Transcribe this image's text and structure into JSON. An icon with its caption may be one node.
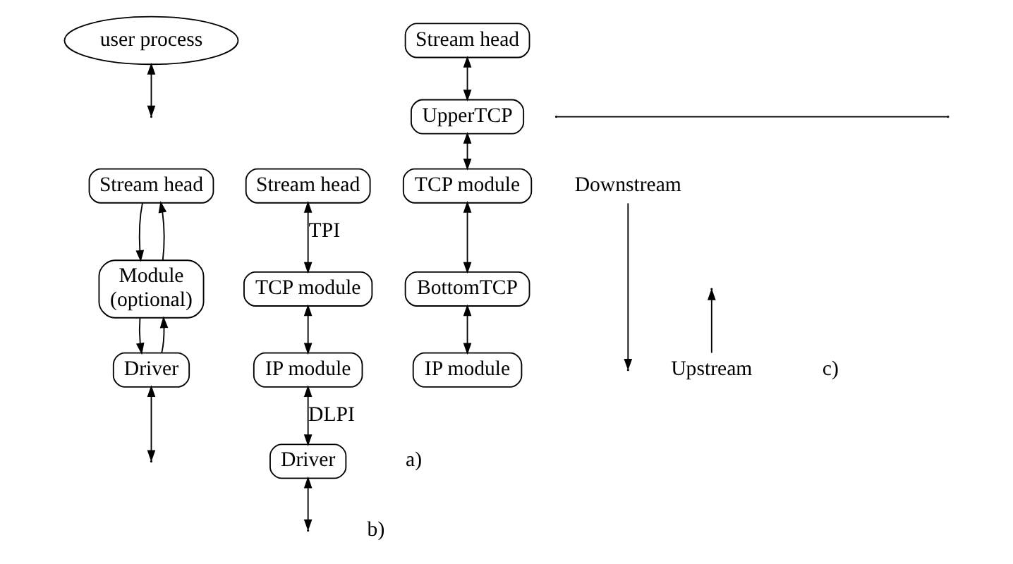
{
  "diagram": {
    "nodes": [
      {
        "text": [
          "user process"
        ]
      },
      {
        "text": [
          "Stream head"
        ]
      },
      {
        "text": [
          "Module",
          "(optional)"
        ]
      },
      {
        "text": [
          "Driver"
        ]
      },
      {
        "text": [
          "Stream head"
        ]
      },
      {
        "text": [
          "TCP module"
        ]
      },
      {
        "text": [
          "IP module"
        ]
      },
      {
        "text": [
          "Driver"
        ]
      },
      {
        "text": [
          "Stream head"
        ]
      },
      {
        "text": [
          "UpperTCP"
        ]
      },
      {
        "text": [
          "TCP module"
        ]
      },
      {
        "text": [
          "BottomTCP"
        ]
      },
      {
        "text": [
          "IP module"
        ]
      }
    ],
    "edges": [
      {
        "from": 0,
        "to": null,
        "arrow": "both"
      },
      {
        "from": 1,
        "to": 2,
        "arrow": "to"
      },
      {
        "from": 2,
        "to": 1,
        "arrow": "to"
      },
      {
        "from": 2,
        "to": 3,
        "arrow": "to"
      },
      {
        "from": 3,
        "to": 2,
        "arrow": "to"
      },
      {
        "from": 3,
        "to": null,
        "arrow": "both"
      },
      {
        "from": 4,
        "to": 5,
        "arrow": "both",
        "label": "TPI"
      },
      {
        "from": 5,
        "to": 6,
        "arrow": "both"
      },
      {
        "from": 6,
        "to": 7,
        "arrow": "both",
        "label": "DLPI"
      },
      {
        "from": 7,
        "to": null,
        "arrow": "both"
      },
      {
        "from": 8,
        "to": 9,
        "arrow": "both"
      },
      {
        "from": 9,
        "to": 10,
        "arrow": "both"
      },
      {
        "from": 10,
        "to": 11,
        "arrow": "both"
      },
      {
        "from": 11,
        "to": 12,
        "arrow": "both"
      }
    ],
    "labels": [
      "Downstream",
      "Upstream",
      "a)",
      "b)",
      "c)"
    ]
  }
}
